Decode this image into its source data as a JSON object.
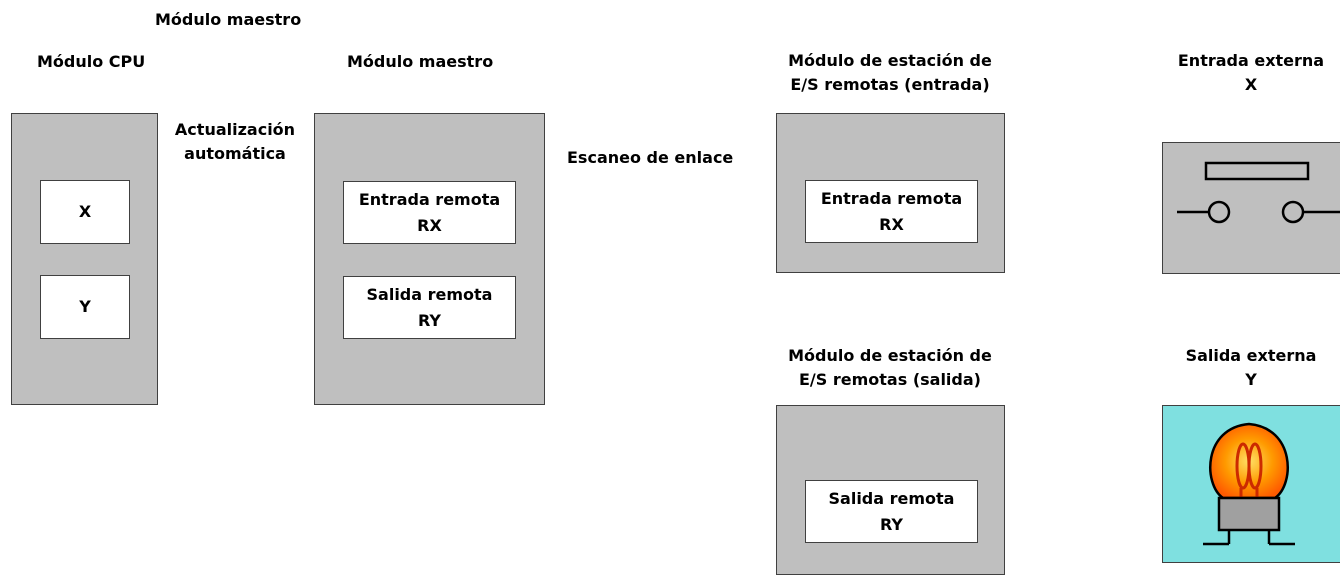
{
  "top_title": "Módulo maestro",
  "cpu": {
    "title": "Módulo CPU",
    "x_label": "X",
    "y_label": "Y"
  },
  "auto_refresh": {
    "line1": "Actualización",
    "line2": "automática"
  },
  "master": {
    "title": "Módulo maestro",
    "input_line1": "Entrada remota",
    "input_line2": "RX",
    "output_line1": "Salida remota",
    "output_line2": "RY"
  },
  "link_scan": "Escaneo de enlace",
  "remote_input_station": {
    "title_line1": "Módulo de estación de",
    "title_line2": "E/S remotas (entrada)",
    "inner_line1": "Entrada remota",
    "inner_line2": "RX"
  },
  "remote_output_station": {
    "title_line1": "Módulo de estación de",
    "title_line2": "E/S remotas (salida)",
    "inner_line1": "Salida remota",
    "inner_line2": "RY"
  },
  "external_input": {
    "title": "Entrada externa",
    "symbol": "X",
    "icon": "push-button-switch-icon"
  },
  "external_output": {
    "title": "Salida externa",
    "symbol": "Y",
    "icon": "light-bulb-icon"
  },
  "colors": {
    "module_gray": "#bfbfbf",
    "bulb_background": "#7fe0e0"
  }
}
